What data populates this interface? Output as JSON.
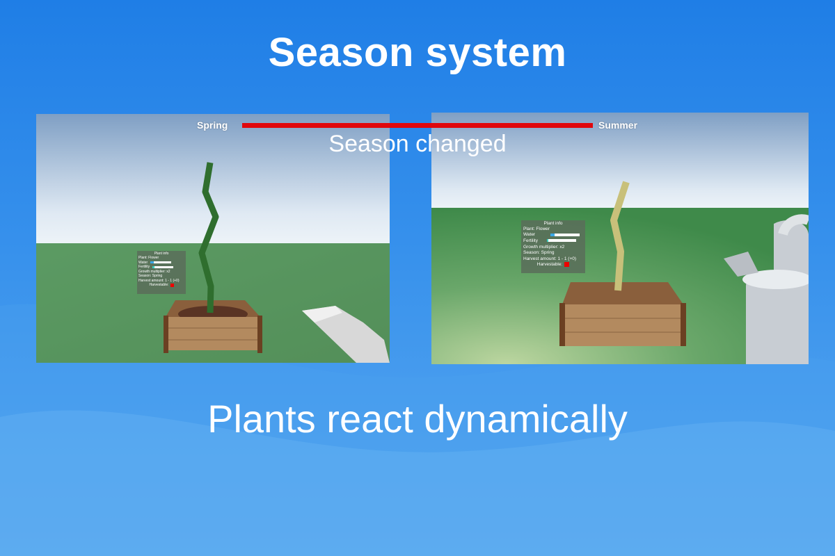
{
  "slide": {
    "title": "Season system",
    "subtitle": "Plants react dynamically"
  },
  "season_transition": {
    "from": "Spring",
    "to": "Summer",
    "message": "Season changed",
    "progress": 1.0,
    "bar_color": "#e0070d"
  },
  "screenshots": [
    {
      "season": "Spring",
      "plant_color": "#2f6e2e",
      "panel": {
        "title": "Plant info",
        "plant": "Plant: Flower",
        "water_label": "Water",
        "water_level": 0.15,
        "fertility_label": "Fertility",
        "fertility_level": 0.08,
        "growth": "Growth multiplier: x2",
        "season": "Season: Spring",
        "harvest": "Harvest amount: 1 - 1 (+0)",
        "harvestable_label": "Harvestable:"
      }
    },
    {
      "season": "Summer",
      "plant_color": "#c8c07a",
      "panel": {
        "title": "Plant info",
        "plant": "Plant: Flower",
        "water_label": "Water",
        "water_level": 0.15,
        "fertility_label": "Fertility",
        "fertility_level": 0.06,
        "growth": "Growth multiplier: x2",
        "season": "Season: Spring",
        "harvest": "Harvest amount: 1 - 1 (+0)",
        "harvestable_label": "Harvestable:"
      }
    }
  ]
}
